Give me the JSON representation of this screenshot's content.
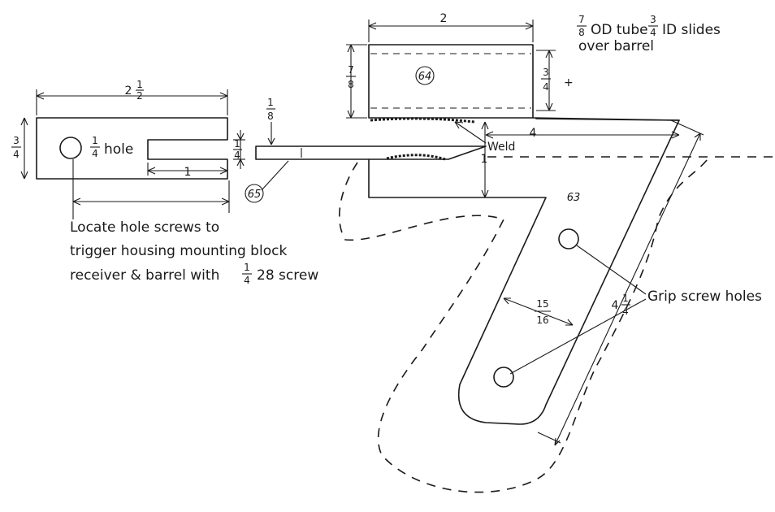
{
  "parts": {
    "p64": "64",
    "p65": "65",
    "p63": "63"
  },
  "notes": {
    "tube_num": "7",
    "tube_den": "8",
    "tube_text1": "OD tube",
    "tube_id_num": "3",
    "tube_id_den": "4",
    "tube_text2": "ID slides",
    "tube_line2": "over barrel",
    "hole_num": "1",
    "hole_den": "4",
    "hole_text": "hole",
    "locate1": "Locate hole screws to",
    "locate2": "trigger housing mounting block",
    "locate3": "receiver & barrel with",
    "locate3_num": "1",
    "locate3_den": "4",
    "locate3_end": "28 screw",
    "weld": "Weld",
    "grip": "Grip screw holes"
  },
  "dims": {
    "d_2": "2",
    "d_2half_whole": "2",
    "d_2half_num": "1",
    "d_2half_den": "2",
    "d_34_left_num": "3",
    "d_34_left_den": "4",
    "d_1": "1",
    "d_14_num": "1",
    "d_14_den": "4",
    "d_18_num": "1",
    "d_18_den": "8",
    "d_78_num": "7",
    "d_78_den": "8",
    "d_34_tube_num": "3",
    "d_34_tube_den": "4",
    "d_plus": "+",
    "d_4": "4",
    "d_1_grip": "1",
    "d_1516_num": "15",
    "d_1516_den": "16",
    "d_414_whole": "4",
    "d_414_num": "1",
    "d_414_den": "4"
  }
}
